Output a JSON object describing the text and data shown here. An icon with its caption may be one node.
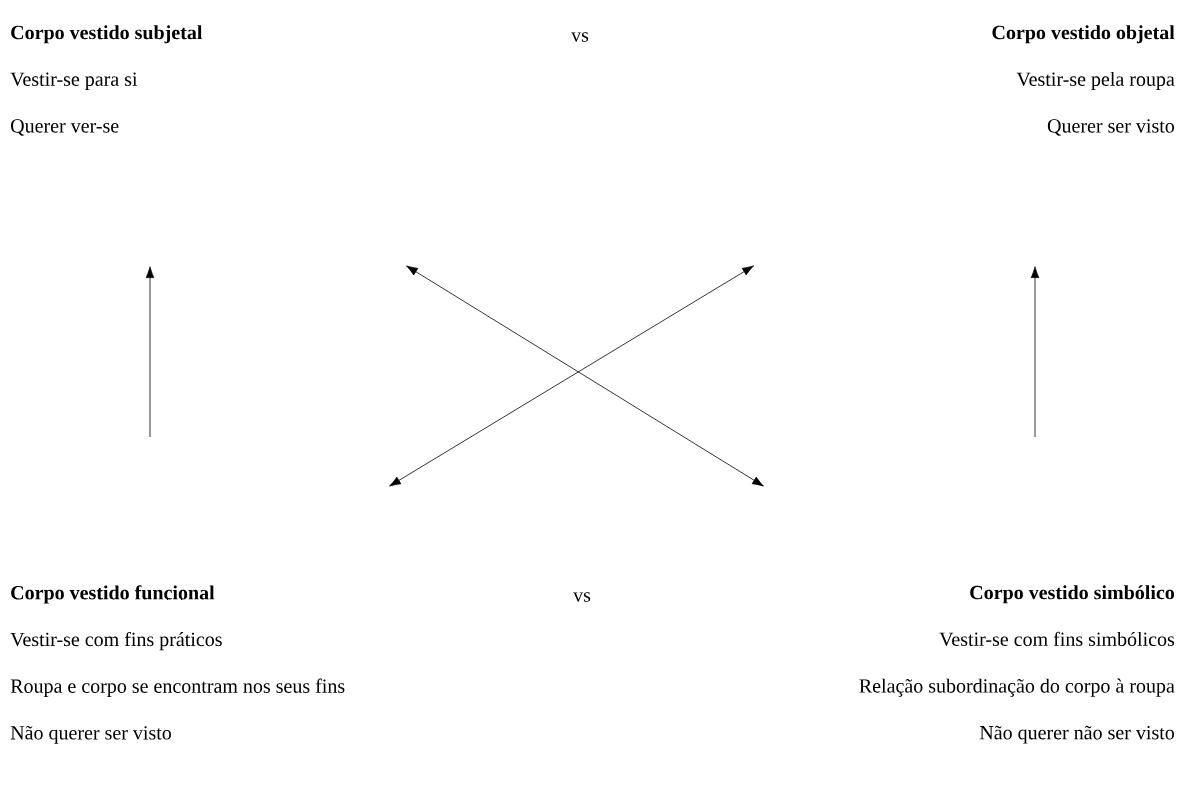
{
  "diagram": {
    "nodes": [
      {
        "text": [
          "Corpo vestido subjetal",
          "Vestir-se para si",
          "Querer ver-se"
        ]
      },
      {
        "text": [
          "Corpo vestido objetal",
          "Vestir-se pela roupa",
          "Querer ser visto"
        ]
      },
      {
        "text": [
          "Corpo vestido funcional",
          "Vestir-se com fins práticos",
          "Roupa e corpo se encontram nos seus fins",
          "Não querer ser visto"
        ]
      },
      {
        "text": [
          "Corpo vestido simbólico",
          "Vestir-se com fins simbólicos",
          "Relação subordinação do corpo à roupa",
          "Não querer não ser visto"
        ]
      }
    ],
    "labels": [
      "vs",
      "vs"
    ]
  }
}
